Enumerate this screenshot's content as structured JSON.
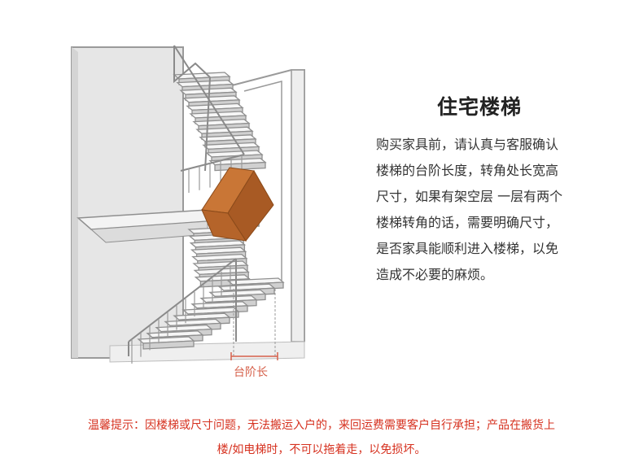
{
  "title": "住宅楼梯",
  "description_lines": [
    "购买家具前，请认真与客服确认",
    "楼梯的台阶长度，转角处长宽高",
    "尺寸，如果有架空层 一层有两个",
    "楼梯转角的话，需要明确尺寸，",
    "是否家具能顺利进入楼梯，以免",
    "造成不必要的麻烦。"
  ],
  "measure_label": "台阶长",
  "notice_lines": [
    "温馨提示：因楼梯或尺寸问题，无法搬运入户的，来回运费需要客户自行承担；产品在搬货上",
    "楼/如电梯时，不可以拖着走，以免损坏。"
  ],
  "colors": {
    "accent": "#d6311f",
    "measure": "#d6614b",
    "box": "#b5642a"
  }
}
